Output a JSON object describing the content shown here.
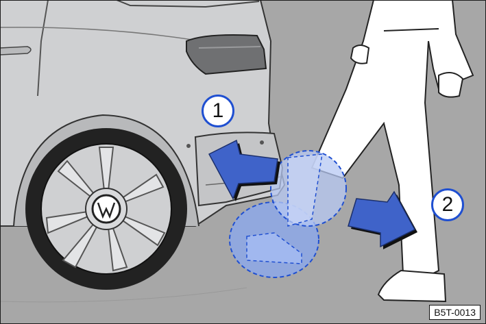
{
  "illustration": {
    "callouts": [
      {
        "label": "1"
      },
      {
        "label": "2"
      }
    ],
    "figure_code": "B5T-0013",
    "colors": {
      "background": "#a7a7a7",
      "car_body": "#cfd0d2",
      "tire": "#222222",
      "arrow_blue": "#3f63c9",
      "foot_zone": "#8aa8f0",
      "callout_ring": "#1f4fd1"
    },
    "icons": [
      "vw-logo-icon",
      "arrow-left-icon",
      "arrow-right-icon"
    ]
  }
}
